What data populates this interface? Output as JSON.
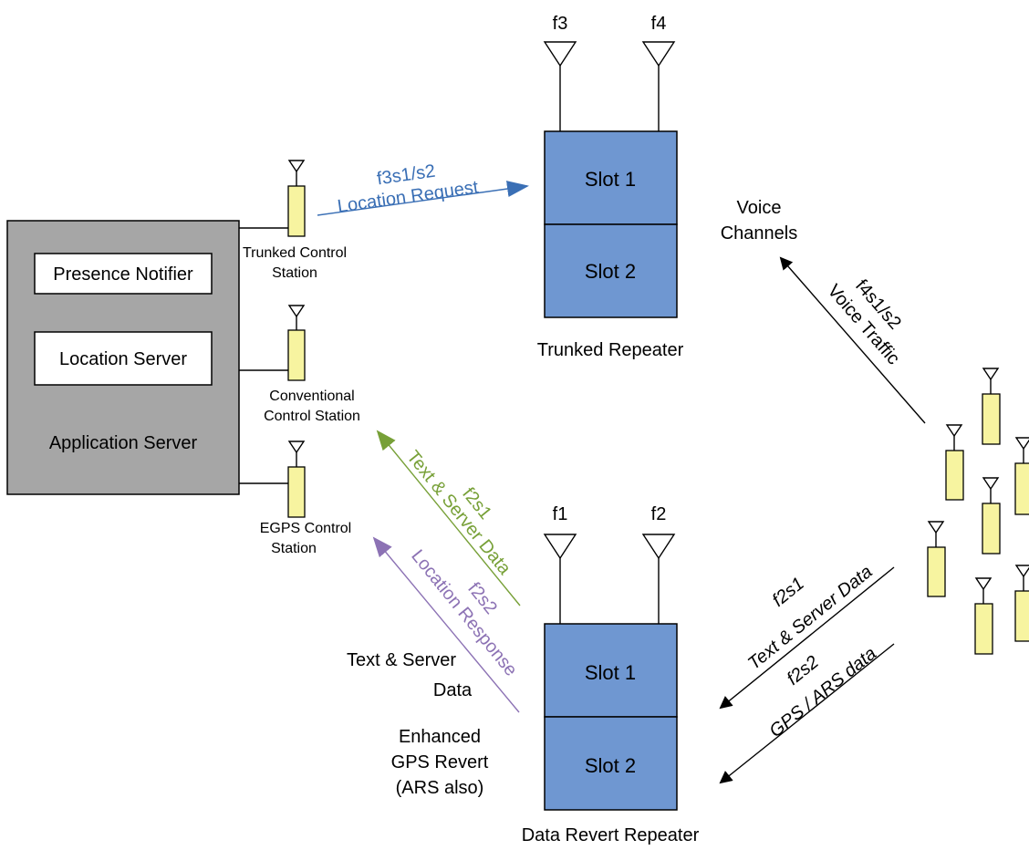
{
  "application_server": {
    "label": "Application Server",
    "presence_notifier": "Presence Notifier",
    "location_server": "Location Server"
  },
  "control_stations": {
    "trunked": [
      "Trunked Control",
      "Station"
    ],
    "conventional": [
      "Conventional",
      "Control Station"
    ],
    "egps": [
      "EGPS Control",
      "Station"
    ]
  },
  "trunked_repeater": {
    "label": "Trunked Repeater",
    "slot1": "Slot 1",
    "slot2": "Slot 2",
    "antenna_left": "f3",
    "antenna_right": "f4"
  },
  "data_revert_repeater": {
    "label": "Data Revert Repeater",
    "slot1": "Slot 1",
    "slot2": "Slot 2",
    "antenna_left": "f1",
    "antenna_right": "f2"
  },
  "voice_channels": [
    "Voice",
    "Channels"
  ],
  "arrows": {
    "location_request": [
      "f3s1/s2",
      "Location Request"
    ],
    "voice_traffic": [
      "f4s1/s2",
      "Voice Traffic"
    ],
    "text_server_green": [
      "f2s1",
      "Text & Server Data"
    ],
    "location_response": [
      "f2s2",
      "Location Response"
    ],
    "text_server_right": [
      "f2s1",
      "Text & Server Data"
    ],
    "gps_ars": [
      "f2s2",
      "GPS / ARS data"
    ]
  },
  "left_notes": {
    "text_server": [
      "Text & Server",
      "Data"
    ],
    "enhanced_gps": [
      "Enhanced",
      "GPS Revert",
      "(ARS also)"
    ]
  },
  "colors": {
    "location_request": "#3a6fb5",
    "text_server_green": "#77a037",
    "location_response": "#8c72b4",
    "black": "#000000"
  }
}
